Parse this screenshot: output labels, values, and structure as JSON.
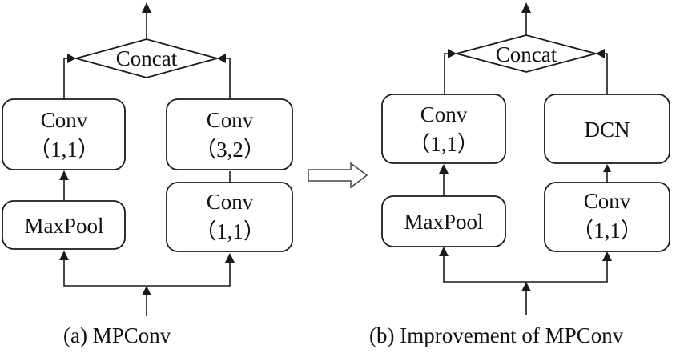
{
  "panel_a": {
    "caption": "(a) MPConv",
    "concat": "Concat",
    "left_conv": {
      "line1": "Conv",
      "line2": "（1,1）"
    },
    "right_conv": {
      "line1": "Conv",
      "line2": "（3,2）"
    },
    "maxpool": "MaxPool",
    "bottom_conv": {
      "line1": "Conv",
      "line2": "（1,1）"
    }
  },
  "panel_b": {
    "caption": "(b) Improvement of MPConv",
    "concat": "Concat",
    "left_conv": {
      "line1": "Conv",
      "line2": "（1,1）"
    },
    "dcn": "DCN",
    "maxpool": "MaxPool",
    "bottom_conv": {
      "line1": "Conv",
      "line2": "（1,1）"
    }
  },
  "icons": {
    "transition": "hollow-right-arrow-icon"
  }
}
